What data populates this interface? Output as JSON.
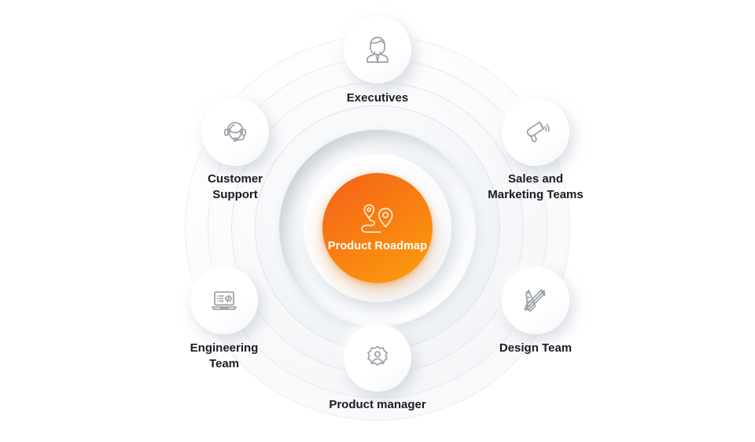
{
  "diagram": {
    "type": "radial-stakeholder-map",
    "background_color": "#ffffff",
    "center": {
      "label": "Product\nRoadmap",
      "icon": "route-map-pins-icon",
      "gradient_from": "#f4601a",
      "gradient_to": "#fb9f0e",
      "text_color": "#ffffff"
    },
    "label_color": "#1b1b20",
    "node_color": "#ffffff",
    "icon_stroke_color": "#9ba0a8",
    "rings": [
      {
        "name": "ring-plate",
        "diameter": 188
      },
      {
        "name": "ring-well",
        "diameter": 250
      },
      {
        "name": "ring-outline-1",
        "diameter": 312
      },
      {
        "name": "ring-outline-2",
        "diameter": 372
      },
      {
        "name": "ring-outline-3",
        "diameter": 432
      },
      {
        "name": "ring-outline-4",
        "diameter": 490
      }
    ],
    "nodes": [
      {
        "id": "executives",
        "label": "Executives",
        "icon": "businessman-tie-icon",
        "angle_deg": 90
      },
      {
        "id": "customer-support",
        "label": "Customer\nSupport",
        "icon": "headset-agent-icon",
        "angle_deg": 150
      },
      {
        "id": "sales-marketing",
        "label": "Sales and\nMarketing Teams",
        "icon": "megaphone-icon",
        "angle_deg": 30
      },
      {
        "id": "design-team",
        "label": "Design Team",
        "icon": "ruler-pencil-icon",
        "angle_deg": 330
      },
      {
        "id": "product-manager",
        "label": "Product manager",
        "icon": "gear-person-icon",
        "angle_deg": 270
      },
      {
        "id": "engineering-team",
        "label": "Engineering\nTeam",
        "icon": "laptop-code-icon",
        "angle_deg": 210
      }
    ]
  }
}
